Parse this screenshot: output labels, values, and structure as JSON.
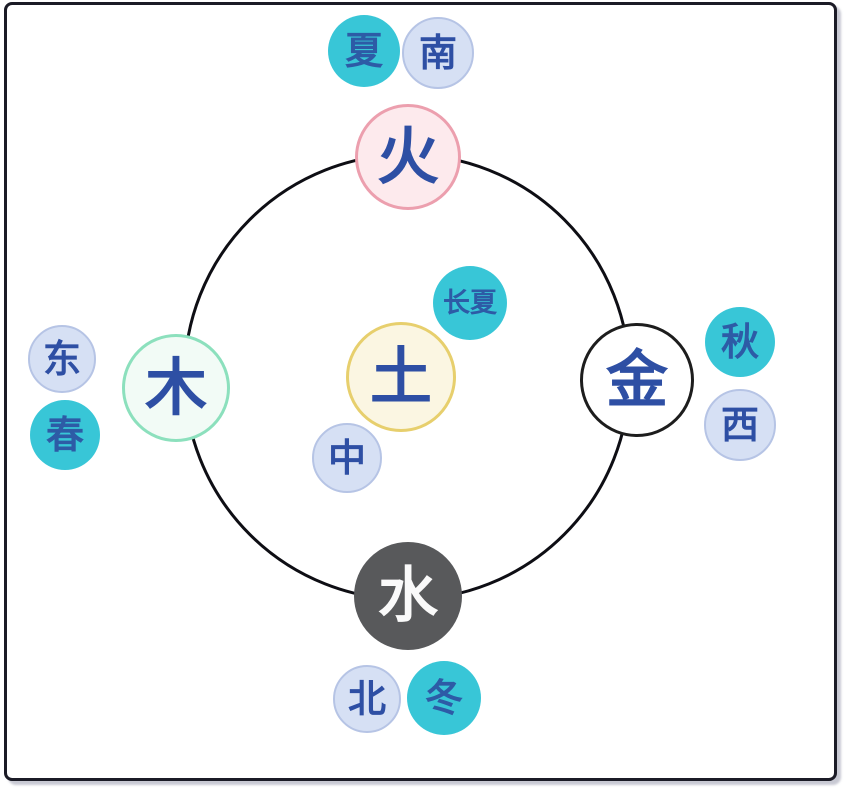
{
  "elements": {
    "fire": {
      "label": "火",
      "fill": "#fdeaed",
      "border": "#ec9fae",
      "text": "#2e4fa4"
    },
    "wood": {
      "label": "木",
      "fill": "#f2fbf6",
      "border": "#8ce0bd",
      "text": "#2e4fa4"
    },
    "earth": {
      "label": "土",
      "fill": "#fbf6e2",
      "border": "#e7cf6d",
      "text": "#2e4fa4"
    },
    "metal": {
      "label": "金",
      "fill": "#ffffff",
      "border": "#1d1d1d",
      "text": "#2e4fa4"
    },
    "water": {
      "label": "水",
      "fill": "#58595b",
      "border": "#58595b",
      "text": "#fafafa"
    }
  },
  "seasons": {
    "summer": {
      "label": "夏"
    },
    "late_summer": {
      "label": "长夏"
    },
    "autumn": {
      "label": "秋"
    },
    "winter": {
      "label": "冬"
    },
    "spring": {
      "label": "春"
    },
    "fill": "#38c6d7",
    "text": "#2d5ba6"
  },
  "directions": {
    "south": {
      "label": "南"
    },
    "west": {
      "label": "西"
    },
    "north": {
      "label": "北"
    },
    "east": {
      "label": "东"
    },
    "center": {
      "label": "中"
    },
    "fill": "#d6e0f4",
    "border": "#b6c4e5",
    "text": "#2e4fa4"
  },
  "ring": {
    "color": "#0e0e14"
  },
  "frame": {
    "border": "#1b1b26",
    "shadow": "#9a9caf"
  }
}
